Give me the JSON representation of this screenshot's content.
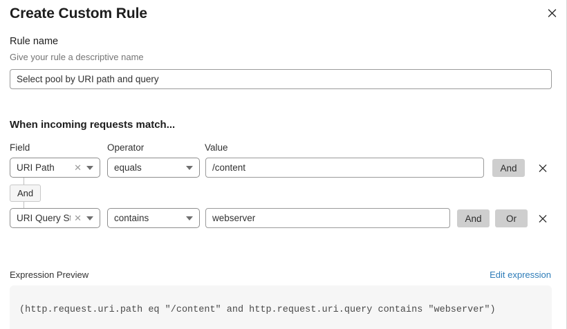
{
  "modal": {
    "title": "Create Custom Rule",
    "close_icon": "close-icon"
  },
  "rule_name": {
    "label": "Rule name",
    "help": "Give your rule a descriptive name",
    "value": "Select pool by URI path and query",
    "placeholder": "Rule name"
  },
  "conditions": {
    "heading": "When incoming requests match...",
    "columns": {
      "field": "Field",
      "operator": "Operator",
      "value": "Value"
    },
    "group_connector": "And",
    "rows": [
      {
        "field": "URI Path",
        "operator": "equals",
        "value": "/content",
        "clear_icon": "clear-icon",
        "caret_icon": "chevron-down-icon",
        "delete_icon": "close-icon",
        "buttons": [
          "And"
        ]
      },
      {
        "field": "URI Query St...",
        "operator": "contains",
        "value": "webserver",
        "clear_icon": "clear-icon",
        "caret_icon": "chevron-down-icon",
        "delete_icon": "close-icon",
        "buttons": [
          "And",
          "Or"
        ]
      }
    ]
  },
  "expression": {
    "label": "Expression Preview",
    "edit_link": "Edit expression",
    "text": "(http.request.uri.path eq \"/content\" and http.request.uri.query contains \"webserver\")"
  },
  "colors": {
    "link": "#2d7cb8",
    "button_gray": "#cecece",
    "panel_gray": "#f6f6f6"
  }
}
